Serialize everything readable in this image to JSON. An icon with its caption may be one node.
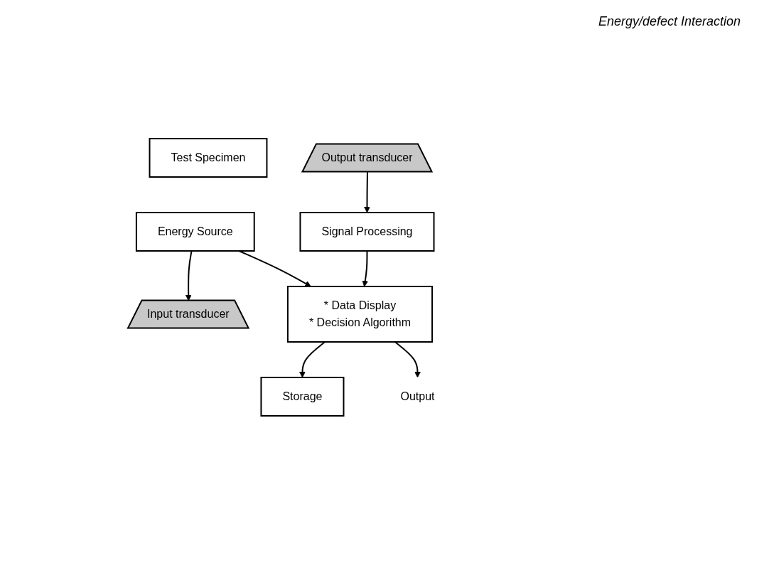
{
  "diagram": {
    "nodes": [
      {
        "text": [
          "Energy Source"
        ]
      },
      {
        "text": [
          "Input transducer"
        ]
      },
      {
        "text": [
          "Test  Specimen"
        ]
      },
      {
        "text": [
          "Output transducer"
        ]
      },
      {
        "text": [
          "Signal Processing"
        ]
      },
      {
        "text": [
          "* Data Display",
          "* Decision Algorithm"
        ]
      },
      {
        "text": [
          "Storage"
        ]
      },
      {
        "text": [
          "Output"
        ]
      }
    ],
    "edges": [
      {
        "from": 0,
        "to": 1,
        "arrow": "to"
      },
      {
        "from": 0,
        "to": 5,
        "arrow": "to"
      },
      {
        "from": 3,
        "to": 4,
        "arrow": "to"
      },
      {
        "from": 4,
        "to": 5,
        "arrow": "to"
      },
      {
        "from": 5,
        "to": 6,
        "arrow": "to"
      },
      {
        "from": 5,
        "to": 7,
        "arrow": "to"
      }
    ],
    "labels": [
      "Energy/defect Interaction"
    ]
  }
}
